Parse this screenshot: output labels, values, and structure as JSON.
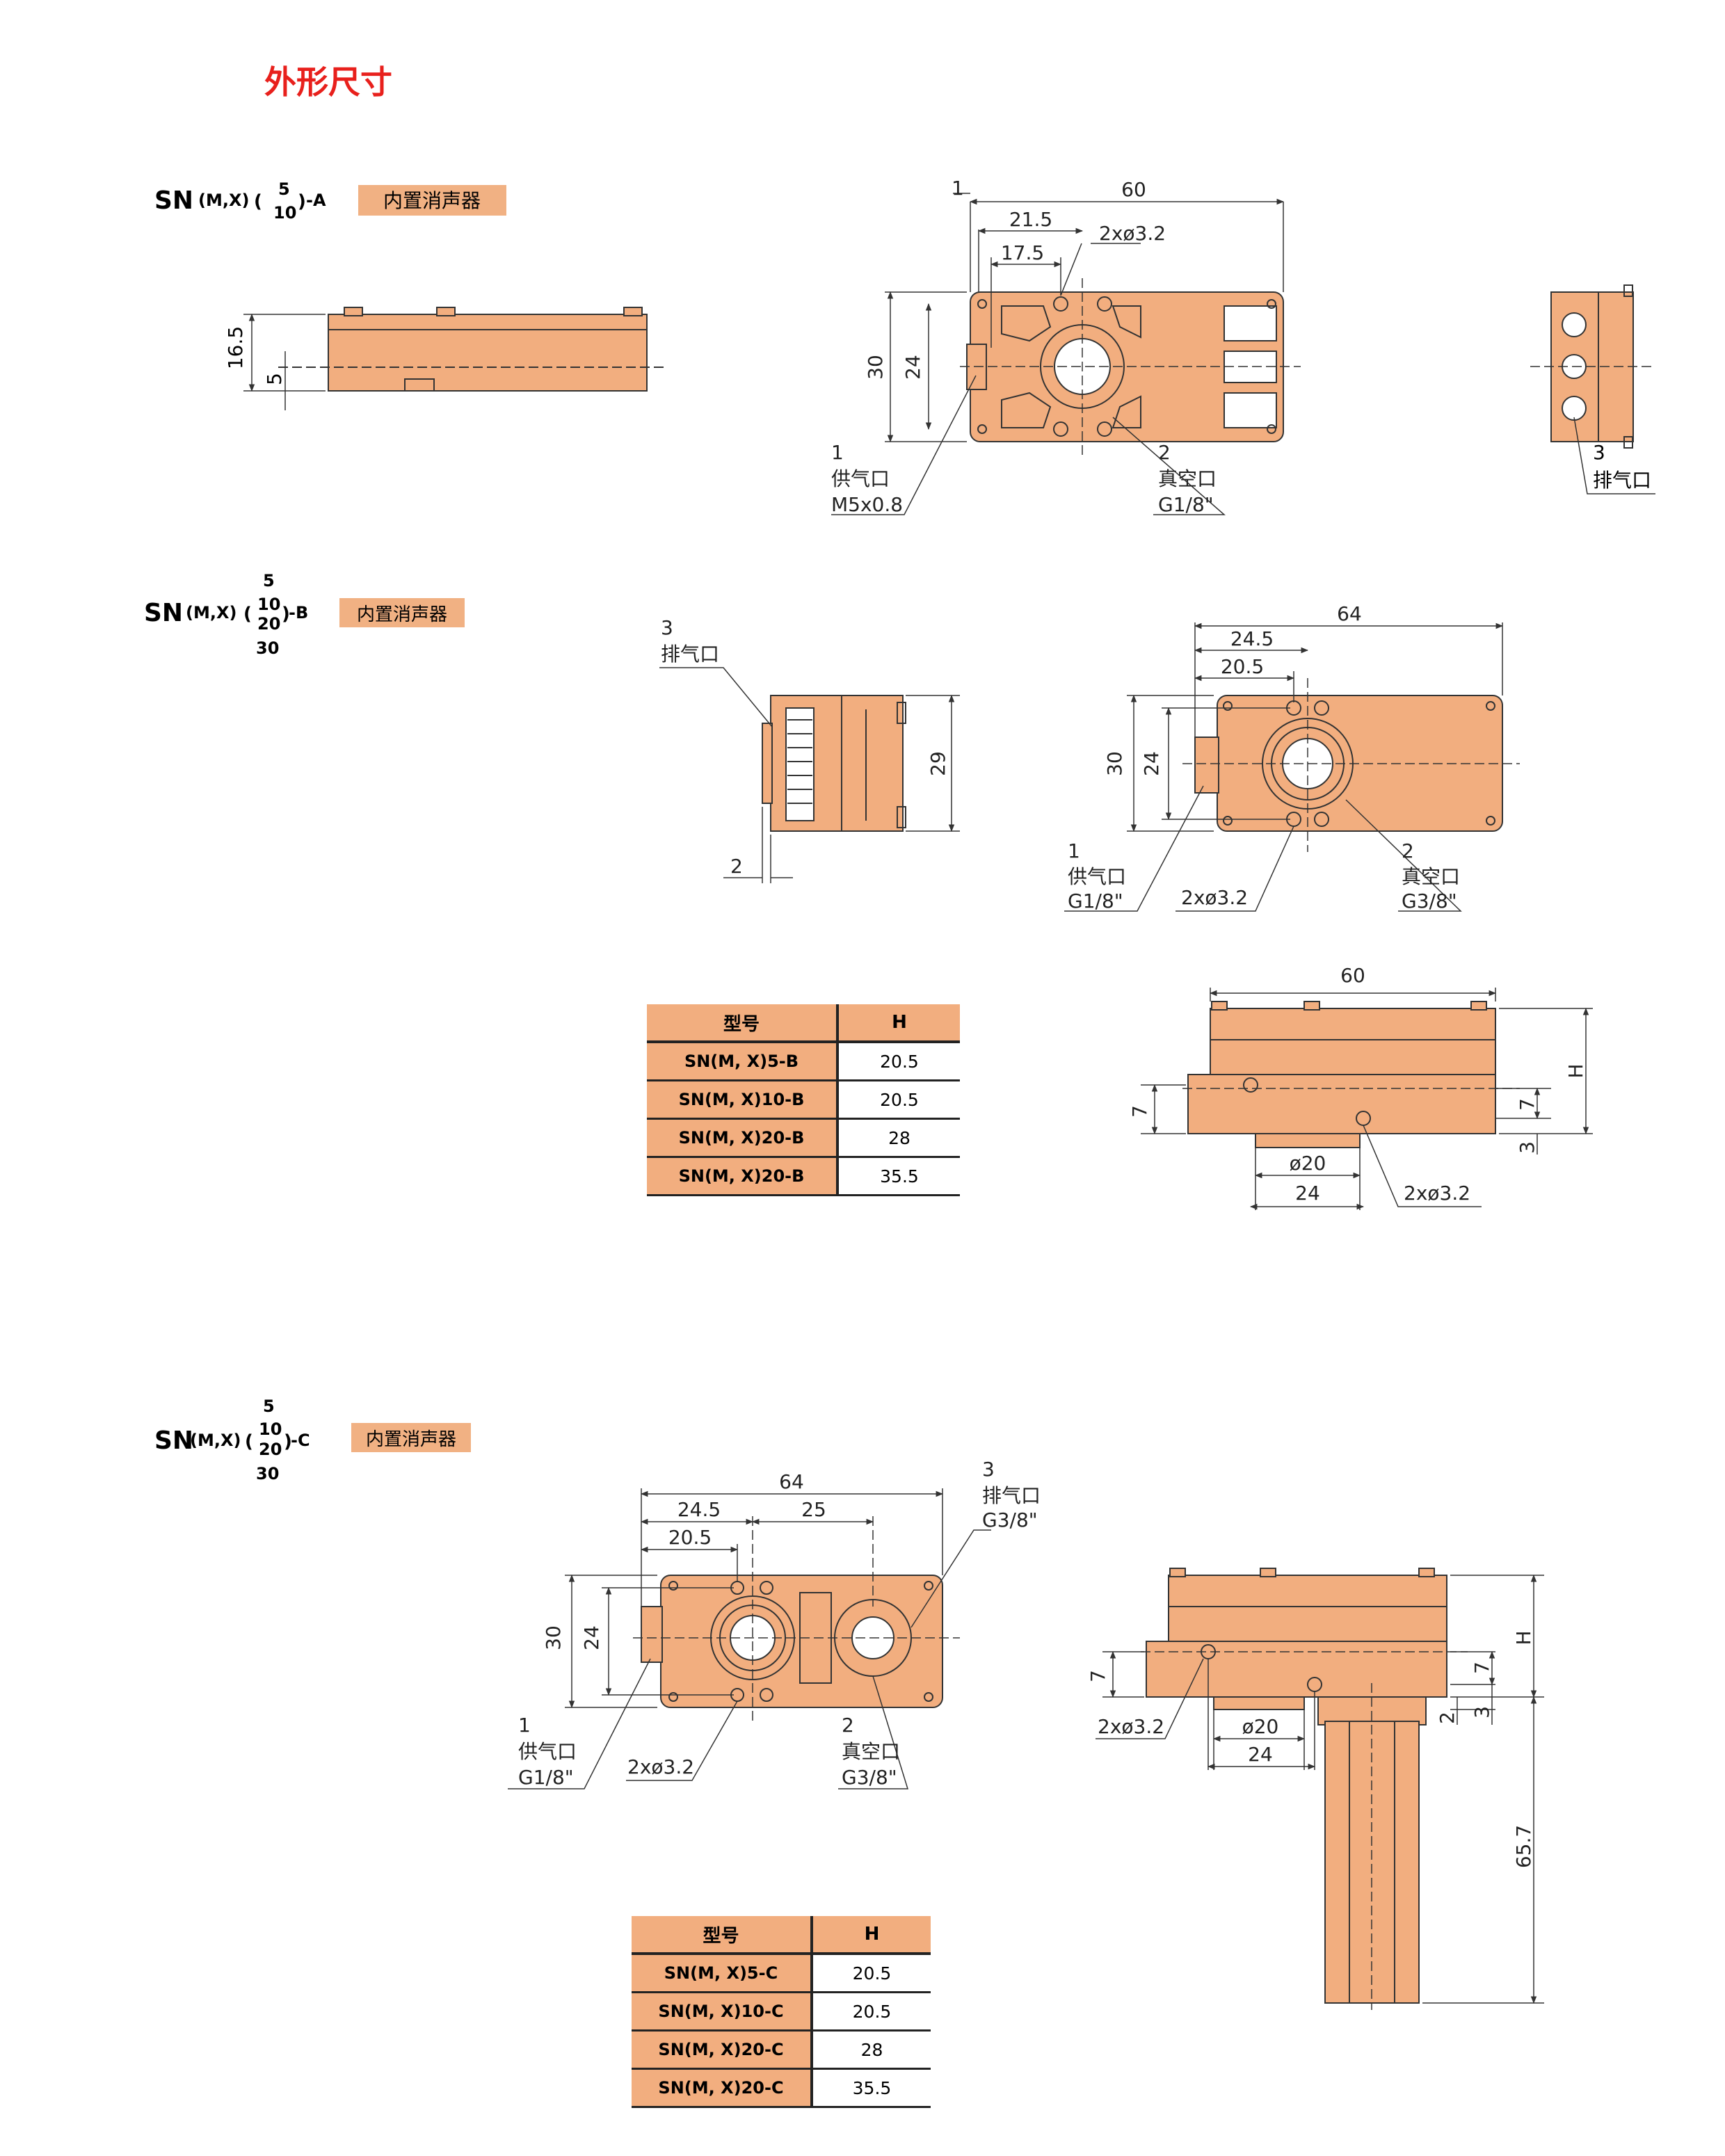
{
  "page_title": "外形尺寸",
  "colors": {
    "title_red": "#e8201c",
    "body_orange": "#f2ae7f",
    "tag_orange": "#f1b183",
    "line": "#333333"
  },
  "section_a": {
    "model_prefix": "SN",
    "model_paren": "(M,X)",
    "model_sizes": [
      "5",
      "10"
    ],
    "model_suffix": "-A",
    "tag": "内置消声器",
    "dims": {
      "width_60": "60",
      "hole_21_5": "21.5",
      "hole_17_5": "17.5",
      "mount_holes": "2xø3.2",
      "height_30": "30",
      "height_24": "24",
      "side_16_5": "16.5",
      "side_5": "5",
      "port1_num": "1",
      "port1_name": "供气口",
      "port1_thread": "M5x0.8",
      "port2_num": "2",
      "port2_name": "真空口",
      "port2_thread": "G1/8\"",
      "port3_num": "3",
      "port3_name": "排气口"
    }
  },
  "section_b": {
    "model_prefix": "SN",
    "model_paren": "(M,X)",
    "model_sizes": [
      "5",
      "10",
      "20",
      "30"
    ],
    "model_suffix": "-B",
    "tag": "内置消声器",
    "dims": {
      "port3_num": "3",
      "port3_name": "排气口",
      "side_29": "29",
      "side_2": "2",
      "width_64": "64",
      "hole_24_5": "24.5",
      "hole_20_5": "20.5",
      "height_30": "30",
      "height_24": "24",
      "port1_num": "1",
      "port1_name": "供气口",
      "port1_thread": "G1/8\"",
      "mount_holes": "2xø3.2",
      "port2_num": "2",
      "port2_name": "真空口",
      "port2_thread": "G3/8\"",
      "front_60": "60",
      "front_H": "H",
      "front_7a": "7",
      "front_7b": "7",
      "front_3": "3",
      "front_d20": "ø20",
      "front_24": "24",
      "front_holes": "2xø3.2"
    },
    "table": {
      "headers": [
        "型号",
        "H"
      ],
      "rows": [
        [
          "SN(M, X)5-B",
          "20.5"
        ],
        [
          "SN(M, X)10-B",
          "20.5"
        ],
        [
          "SN(M, X)20-B",
          "28"
        ],
        [
          "SN(M, X)20-B",
          "35.5"
        ]
      ]
    }
  },
  "section_c": {
    "model_prefix": "SN",
    "model_paren": "(M,X)",
    "model_sizes": [
      "5",
      "10",
      "20",
      "30"
    ],
    "model_suffix": "-C",
    "tag": "内置消声器",
    "dims": {
      "width_64": "64",
      "hole_24_5": "24.5",
      "hole_25": "25",
      "hole_20_5": "20.5",
      "height_30": "30",
      "height_24": "24",
      "port3_num": "3",
      "port3_name": "排气口",
      "port3_thread": "G3/8\"",
      "port1_num": "1",
      "port1_name": "供气口",
      "port1_thread": "G1/8\"",
      "mount_holes": "2xø3.2",
      "port2_num": "2",
      "port2_name": "真空口",
      "port2_thread": "G3/8\"",
      "front_7": "7",
      "front_H": "H",
      "front_7b": "7",
      "front_2": "2",
      "front_3": "3",
      "front_holes": "2xø3.2",
      "front_d20": "ø20",
      "front_24": "24",
      "front_65_7": "65.7"
    },
    "table": {
      "headers": [
        "型号",
        "H"
      ],
      "rows": [
        [
          "SN(M, X)5-C",
          "20.5"
        ],
        [
          "SN(M, X)10-C",
          "20.5"
        ],
        [
          "SN(M, X)20-C",
          "28"
        ],
        [
          "SN(M, X)20-C",
          "35.5"
        ]
      ]
    }
  }
}
